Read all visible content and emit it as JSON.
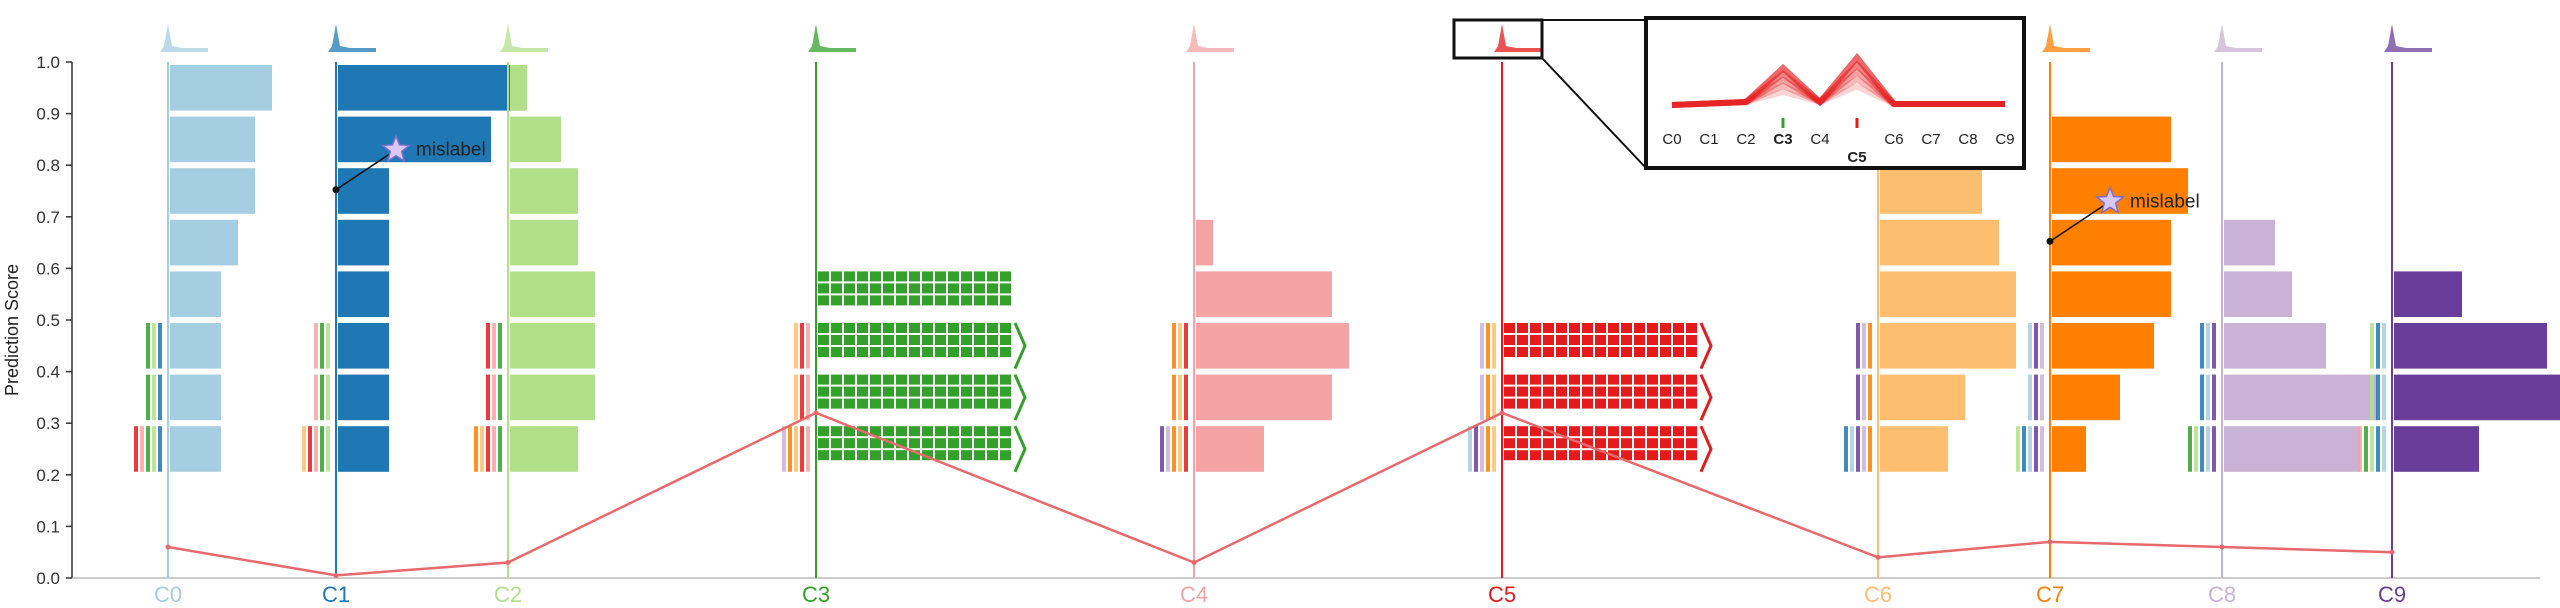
{
  "chart_data": {
    "type": "bar",
    "ylabel": "Prediction Score",
    "ylim": [
      0,
      1
    ],
    "yticks": [
      "0.0",
      "0.1",
      "0.2",
      "0.3",
      "0.4",
      "0.5",
      "0.6",
      "0.7",
      "0.8",
      "0.9",
      "1.0"
    ],
    "categories": [
      "C0",
      "C1",
      "C2",
      "C3",
      "C4",
      "C5",
      "C6",
      "C7",
      "C8",
      "C9"
    ],
    "colors": [
      "#a6cee3",
      "#1f78b4",
      "#b2df8a",
      "#33a02c",
      "#f4a3a3",
      "#e41a1c",
      "#fdbf6f",
      "#ff7f00",
      "#cab2d6",
      "#6a3d9a"
    ],
    "line_color": "#e8696b",
    "line_series": [
      0.06,
      0.005,
      0.03,
      0.32,
      0.03,
      0.32,
      0.04,
      0.07,
      0.06,
      0.05
    ],
    "bins": [
      0.1,
      0.2,
      0.3,
      0.4,
      0.5,
      0.6,
      0.7,
      0.8,
      0.9,
      1.0
    ],
    "series": [
      {
        "class": "C0",
        "values": [
          0.0,
          0.0,
          0.3,
          0.3,
          0.3,
          0.3,
          0.4,
          0.5,
          0.5,
          0.6
        ]
      },
      {
        "class": "C1",
        "values": [
          0.0,
          0.0,
          0.3,
          0.3,
          0.3,
          0.3,
          0.3,
          0.3,
          0.9,
          1.1
        ]
      },
      {
        "class": "C2",
        "values": [
          0.0,
          0.0,
          0.4,
          0.5,
          0.5,
          0.5,
          0.4,
          0.4,
          0.3,
          0.1
        ]
      },
      {
        "class": "C3",
        "values": [
          0.0,
          0.0,
          1.2,
          1.2,
          1.2,
          1.2,
          0.0,
          0.0,
          0.0,
          0.0
        ]
      },
      {
        "class": "C4",
        "values": [
          0.0,
          0.0,
          0.4,
          0.8,
          0.9,
          0.8,
          0.1,
          0.0,
          0.0,
          0.0
        ]
      },
      {
        "class": "C5",
        "values": [
          0.0,
          0.0,
          1.2,
          1.2,
          1.2,
          0.0,
          0.0,
          0.0,
          0.0,
          0.0
        ]
      },
      {
        "class": "C6",
        "values": [
          0.0,
          0.0,
          0.4,
          0.5,
          0.8,
          0.8,
          0.7,
          0.6,
          0.3,
          0.0
        ]
      },
      {
        "class": "C7",
        "values": [
          0.0,
          0.0,
          0.2,
          0.4,
          0.6,
          0.7,
          0.7,
          0.8,
          0.7,
          0.0
        ]
      },
      {
        "class": "C8",
        "values": [
          0.0,
          0.0,
          0.8,
          0.9,
          0.6,
          0.4,
          0.3,
          0.0,
          0.0,
          0.0
        ]
      },
      {
        "class": "C9",
        "values": [
          0.0,
          0.0,
          0.5,
          1.1,
          0.9,
          0.4,
          0.0,
          0.0,
          0.0,
          0.0
        ]
      }
    ],
    "annotations": [
      {
        "text": "mislabel",
        "class": "C1",
        "score": 0.83
      },
      {
        "text": "mislabel",
        "class": "C7",
        "score": 0.73
      }
    ],
    "inset": {
      "labels": [
        "C0",
        "C1",
        "C2",
        "C3",
        "C4",
        "C5",
        "C6",
        "C7",
        "C8",
        "C9"
      ],
      "highlight_green": "C3",
      "highlight_red": "C5"
    },
    "grid": false,
    "legend": "none"
  }
}
